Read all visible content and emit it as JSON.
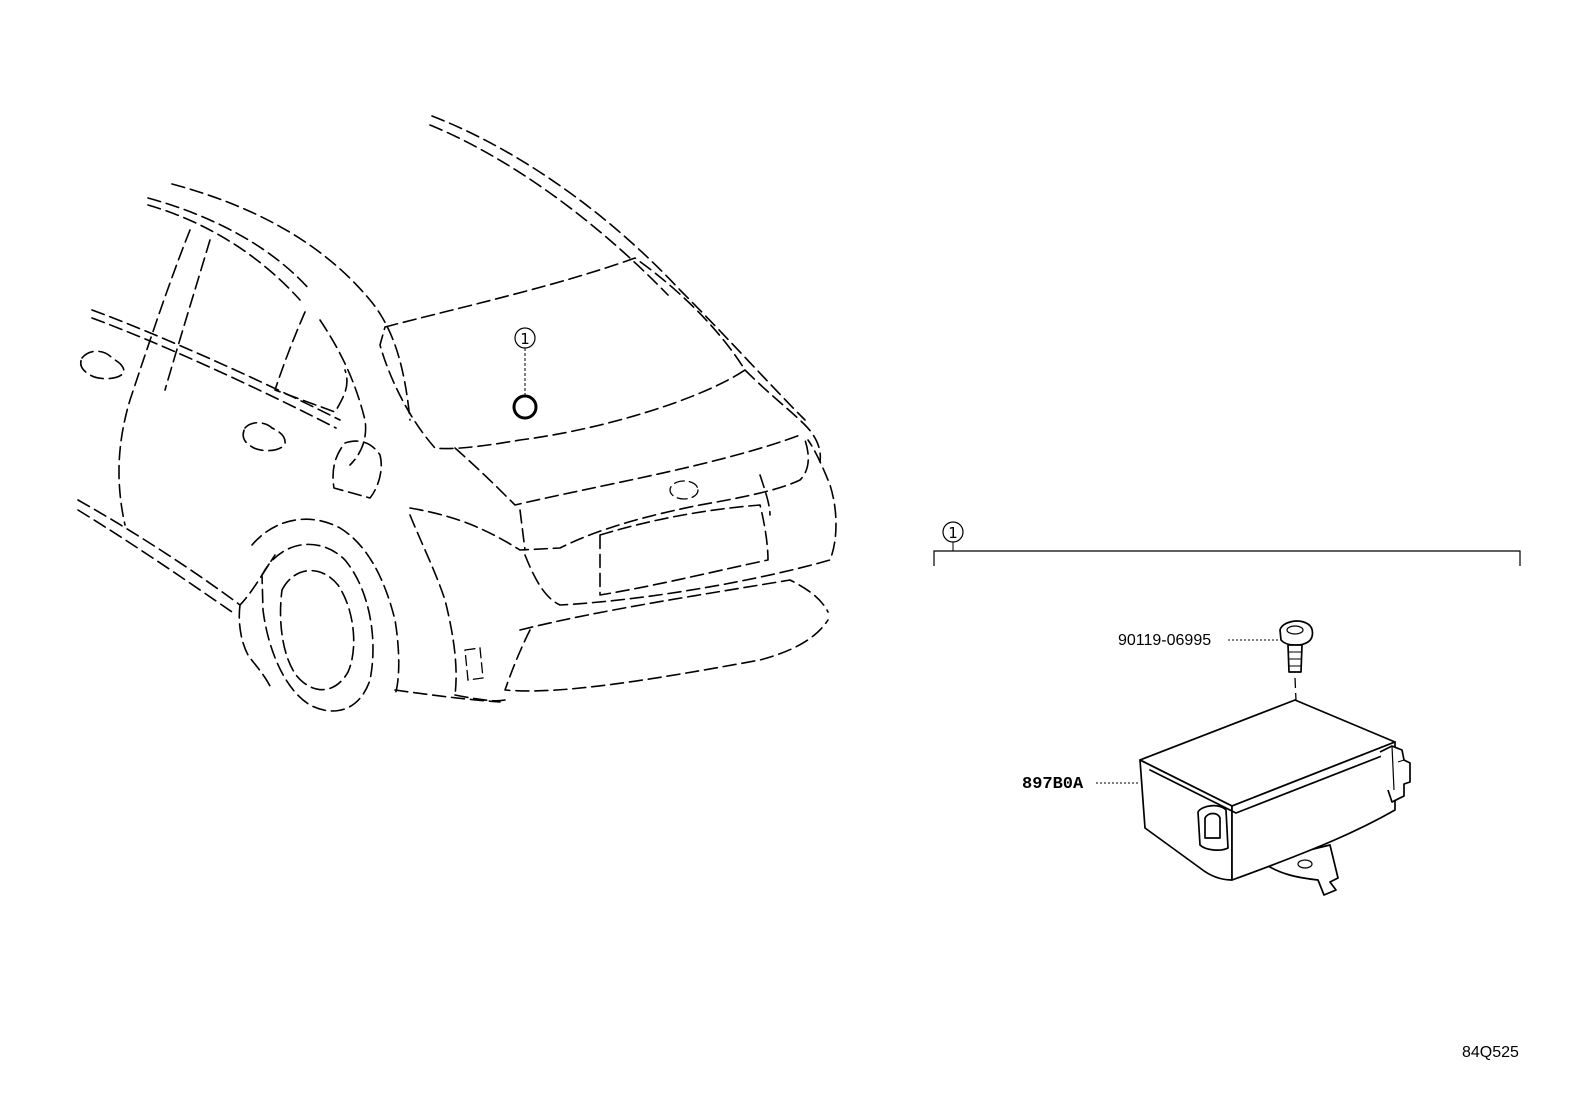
{
  "callouts": {
    "vehicle_marker": "1",
    "group_marker": "1"
  },
  "parts": {
    "bolt": {
      "number": "90119-06995"
    },
    "module": {
      "number": "897B0A"
    }
  },
  "diagram_code": "84Q525"
}
